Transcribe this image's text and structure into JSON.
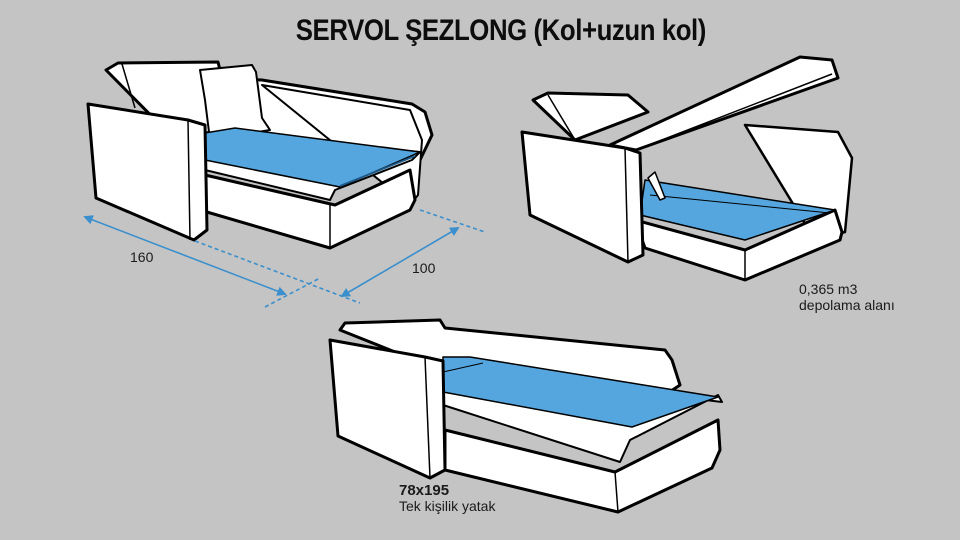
{
  "title": "SERVOL ŞEZLONG (Kol+uzun kol)",
  "colors": {
    "background": "#c4c4c4",
    "cushion_blue": "#55a6df",
    "dimension_line": "#3a8fcc",
    "outline": "#000000",
    "fill": "#ffffff"
  },
  "views": {
    "closed": {
      "dimensions": {
        "width": "160",
        "depth": "100"
      }
    },
    "storage_open": {
      "volume": "0,365 m3",
      "caption": "depolama alanı"
    },
    "bed": {
      "size": "78x195",
      "caption": "Tek kişilik yatak"
    }
  }
}
